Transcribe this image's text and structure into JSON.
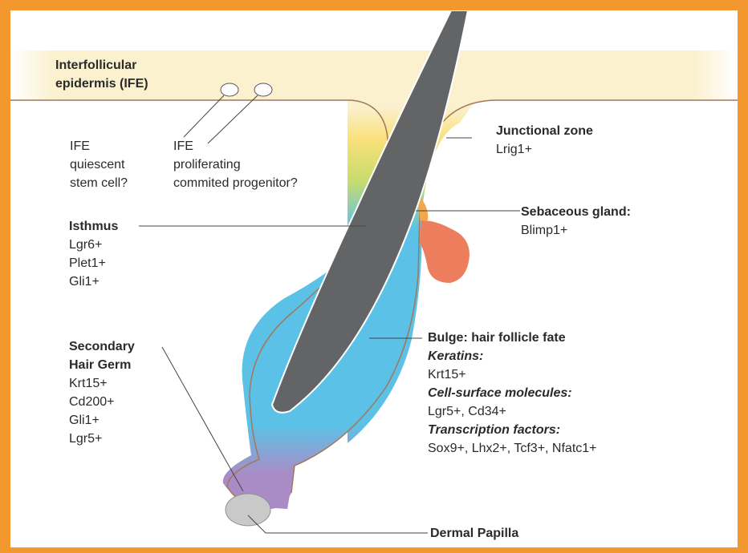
{
  "ife": {
    "line1": "Interfollicular",
    "line2": "epidermis (IFE)"
  },
  "quiescent": {
    "l1": "IFE",
    "l2": "quiescent",
    "l3": "stem cell?"
  },
  "proliferating": {
    "l1": "IFE",
    "l2": "proliferating",
    "l3": "commited progenitor?"
  },
  "isthmus": {
    "title": "Isthmus",
    "m1": "Lgr6+",
    "m2": "Plet1+",
    "m3": "Gli1+"
  },
  "germ": {
    "t1": "Secondary",
    "t2": "Hair Germ",
    "m1": "Krt15+",
    "m2": "Cd200+",
    "m3": "Gli1+",
    "m4": "Lgr5+"
  },
  "junctional": {
    "title": "Junctional zone",
    "m1": "Lrig1+"
  },
  "sebaceous": {
    "title": "Sebaceous gland:",
    "m1": "Blimp1+"
  },
  "bulge": {
    "title": "Bulge: hair follicle fate",
    "h1": "Keratins:",
    "v1": "Krt15+",
    "h2": "Cell-surface molecules:",
    "v2": "Lgr5+, Cd34+",
    "h3": "Transcription factors:",
    "v3": "Sox9+, Lhx2+, Tcf3+, Nfatc1+"
  },
  "papilla": {
    "title": "Dermal Papilla"
  },
  "colors": {
    "frame": "#f3982e",
    "epidermis": "#fbf1cf",
    "junctional": "#f9e07a",
    "isthmus": "#c9dc6e",
    "bulge": "#5cc1e6",
    "germ": "#a98cc6",
    "sebaceous": "#ec7e5d",
    "hair": "#636466",
    "papilla": "#c9c9c9",
    "outline": "#a3775a"
  }
}
